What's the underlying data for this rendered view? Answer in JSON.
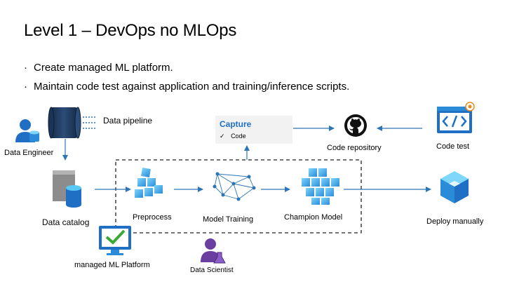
{
  "slide": {
    "title": "Level 1 – DevOps no MLOps",
    "bullets": [
      "Create managed ML platform.",
      "Maintain code test against application and training/inference scripts."
    ],
    "bullet_symbol": "·"
  },
  "diagram": {
    "data_engineer": "Data Engineer",
    "data_pipeline": "Data pipeline",
    "data_catalog": "Data catalog",
    "preprocess": "Preprocess",
    "model_training": "Model Training",
    "champion_model": "Champion Model",
    "deploy": "Deploy manually",
    "code_repository": "Code repository",
    "code_test": "Code test",
    "platform": "managed ML Platform",
    "data_scientist": "Data Scientist",
    "capture": {
      "title": "Capture",
      "check": "✓",
      "item": "Code"
    }
  },
  "colors": {
    "arrow": "#2e75b6",
    "accent_blue": "#1f6fc5",
    "cube_light": "#5ac8f5",
    "cube_dark": "#2a8bd8",
    "pipeline_dark": "#1f3a5c",
    "purple": "#6b3fa0",
    "green_check": "#3aa935"
  }
}
